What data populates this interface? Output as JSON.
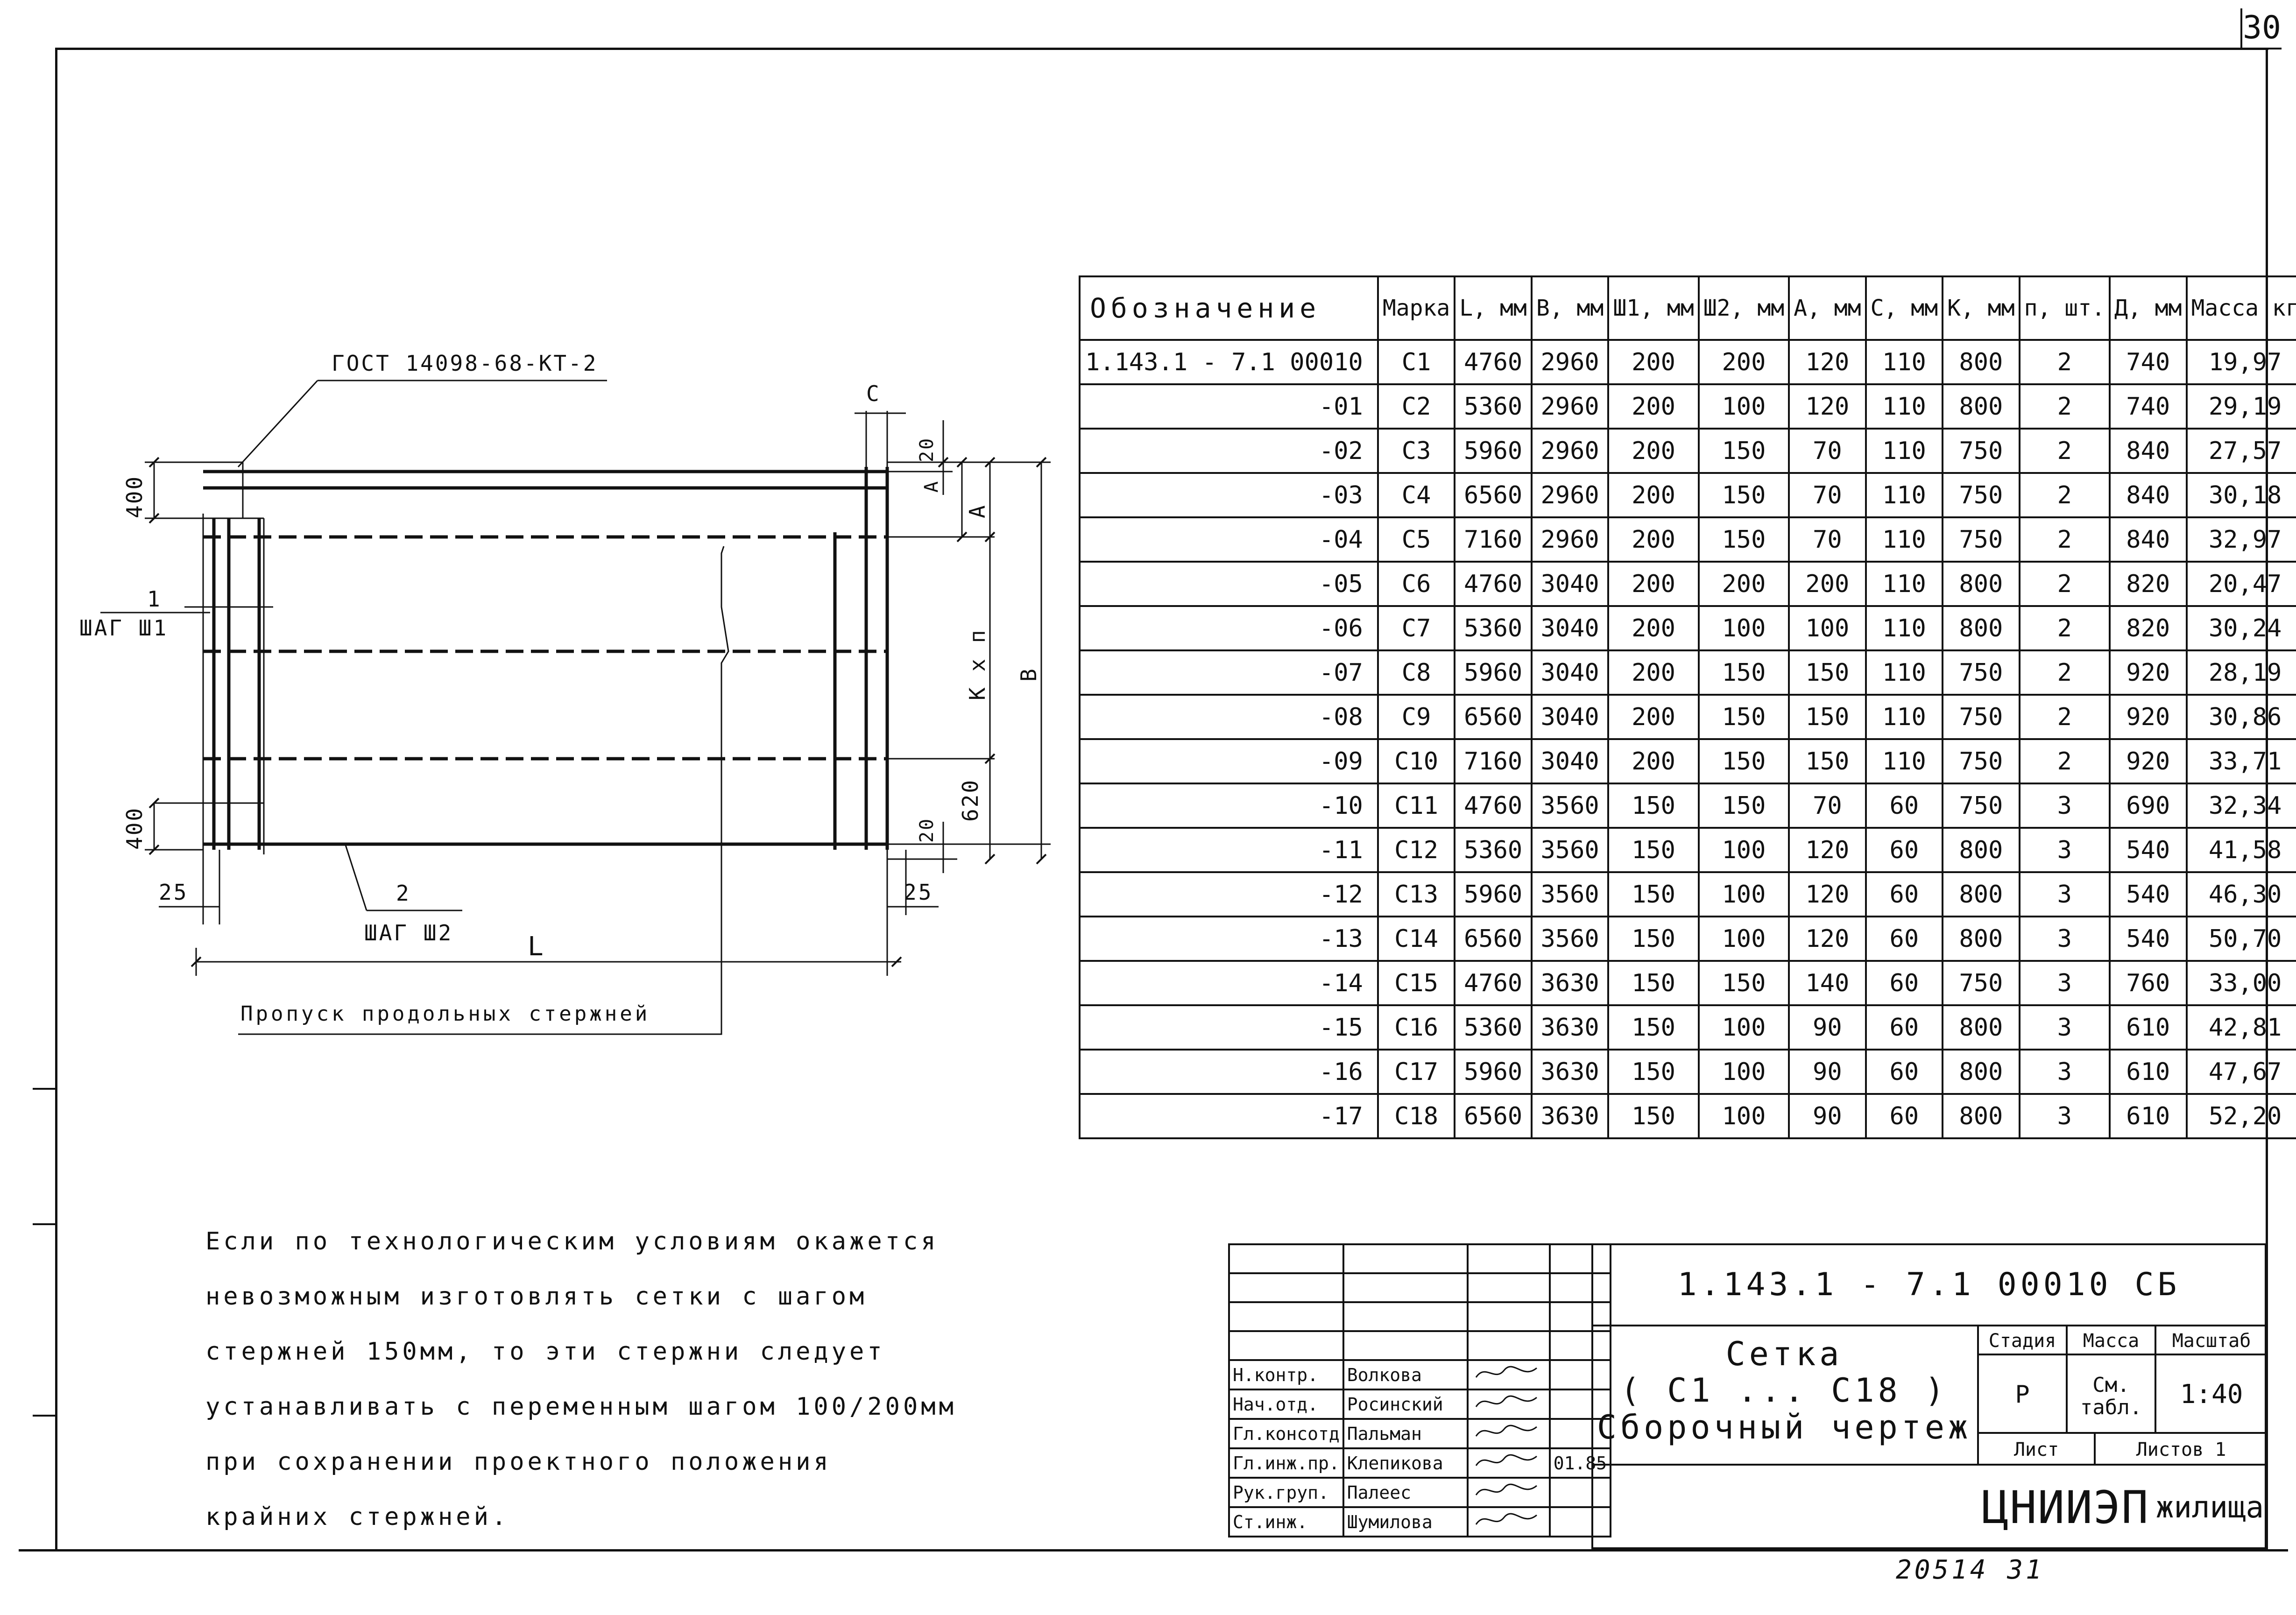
{
  "sheet_number": "30",
  "drawing": {
    "gost_label": "ГОСТ 14098-68-КТ-2",
    "dim_400_top": "400",
    "dim_400_bottom": "400",
    "dim_620": "620",
    "dim_20_top": "20",
    "dim_20_bottom": "20",
    "dim_25_left": "25",
    "dim_25_right": "25",
    "dim_c": "С",
    "dim_a": "А",
    "dim_kn": "К х п",
    "dim_b": "В",
    "dim_l": "L",
    "pos_1": "1",
    "step_1": "ШАГ Ш1",
    "pos_2": "2",
    "step_2": "ШАГ Ш2",
    "skip_label": "Пропуск продольных стержней"
  },
  "table": {
    "headers": [
      "Обозначение",
      "Марка",
      "L, мм",
      "В, мм",
      "Ш1, мм",
      "Ш2, мм",
      "А, мм",
      "С, мм",
      "К, мм",
      "п, шт.",
      "Д, мм",
      "Масса кг"
    ],
    "rows": [
      [
        "1.143.1 - 7.1 00010",
        "С1",
        "4760",
        "2960",
        "200",
        "200",
        "120",
        "110",
        "800",
        "2",
        "740",
        "19,97"
      ],
      [
        "-01",
        "С2",
        "5360",
        "2960",
        "200",
        "100",
        "120",
        "110",
        "800",
        "2",
        "740",
        "29,19"
      ],
      [
        "-02",
        "С3",
        "5960",
        "2960",
        "200",
        "150",
        "70",
        "110",
        "750",
        "2",
        "840",
        "27,57"
      ],
      [
        "-03",
        "С4",
        "6560",
        "2960",
        "200",
        "150",
        "70",
        "110",
        "750",
        "2",
        "840",
        "30,18"
      ],
      [
        "-04",
        "С5",
        "7160",
        "2960",
        "200",
        "150",
        "70",
        "110",
        "750",
        "2",
        "840",
        "32,97"
      ],
      [
        "-05",
        "С6",
        "4760",
        "3040",
        "200",
        "200",
        "200",
        "110",
        "800",
        "2",
        "820",
        "20,47"
      ],
      [
        "-06",
        "С7",
        "5360",
        "3040",
        "200",
        "100",
        "100",
        "110",
        "800",
        "2",
        "820",
        "30,24"
      ],
      [
        "-07",
        "С8",
        "5960",
        "3040",
        "200",
        "150",
        "150",
        "110",
        "750",
        "2",
        "920",
        "28,19"
      ],
      [
        "-08",
        "С9",
        "6560",
        "3040",
        "200",
        "150",
        "150",
        "110",
        "750",
        "2",
        "920",
        "30,86"
      ],
      [
        "-09",
        "С10",
        "7160",
        "3040",
        "200",
        "150",
        "150",
        "110",
        "750",
        "2",
        "920",
        "33,71"
      ],
      [
        "-10",
        "С11",
        "4760",
        "3560",
        "150",
        "150",
        "70",
        "60",
        "750",
        "3",
        "690",
        "32,34"
      ],
      [
        "-11",
        "С12",
        "5360",
        "3560",
        "150",
        "100",
        "120",
        "60",
        "800",
        "3",
        "540",
        "41,58"
      ],
      [
        "-12",
        "С13",
        "5960",
        "3560",
        "150",
        "100",
        "120",
        "60",
        "800",
        "3",
        "540",
        "46,30"
      ],
      [
        "-13",
        "С14",
        "6560",
        "3560",
        "150",
        "100",
        "120",
        "60",
        "800",
        "3",
        "540",
        "50,70"
      ],
      [
        "-14",
        "С15",
        "4760",
        "3630",
        "150",
        "150",
        "140",
        "60",
        "750",
        "3",
        "760",
        "33,00"
      ],
      [
        "-15",
        "С16",
        "5360",
        "3630",
        "150",
        "100",
        "90",
        "60",
        "800",
        "3",
        "610",
        "42,81"
      ],
      [
        "-16",
        "С17",
        "5960",
        "3630",
        "150",
        "100",
        "90",
        "60",
        "800",
        "3",
        "610",
        "47,67"
      ],
      [
        "-17",
        "С18",
        "6560",
        "3630",
        "150",
        "100",
        "90",
        "60",
        "800",
        "3",
        "610",
        "52,20"
      ]
    ]
  },
  "note": [
    "Если по технологическим условиям окажется",
    "невозможным изготовлять сетки с шагом",
    "стержней 150мм, то эти стержни следует",
    "устанавливать с переменным шагом 100/200мм",
    "при сохранении проектного положения",
    "крайних стержней."
  ],
  "title_block": {
    "doc_code": "1.143.1 - 7.1 00010 СБ",
    "title_line1": "Сетка",
    "title_line2": "( С1 ... С18 )",
    "title_line3": "Сборочный чертеж",
    "stage_header": "Стадия",
    "mass_header": "Масса",
    "scale_header": "Масштаб",
    "stage_value": "Р",
    "mass_value": "См. табл.",
    "scale_value": "1:40",
    "sheet_label": "Лист",
    "sheets_label": "Листов 1",
    "org_big": "ЦНИИЭП",
    "org_small": "жилища",
    "date": "01.85",
    "signatures": [
      {
        "role": "Н.контр.",
        "name": "Волкова"
      },
      {
        "role": "Нач.отд.",
        "name": "Росинский"
      },
      {
        "role": "Гл.консотд",
        "name": "Пальман"
      },
      {
        "role": "Гл.инж.пр.",
        "name": "Клепикова"
      },
      {
        "role": "Рук.груп.",
        "name": "Палеес"
      },
      {
        "role": "Ст.инж.",
        "name": "Шумилова"
      }
    ]
  },
  "footer_code": "20514 31"
}
